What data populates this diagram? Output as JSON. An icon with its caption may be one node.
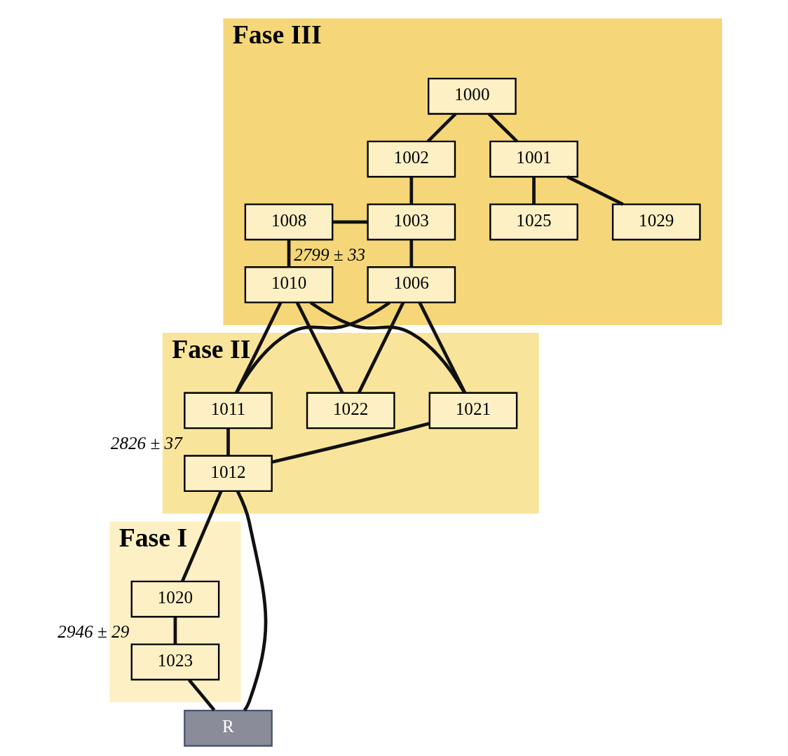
{
  "diagram": {
    "nodes": [
      {
        "text": [
          "Fase III"
        ]
      },
      {
        "text": [
          "1000"
        ],
        "in": 0
      },
      {
        "text": [
          "1002"
        ],
        "in": 0
      },
      {
        "text": [
          "1001"
        ],
        "in": 0
      },
      {
        "text": [
          "1008"
        ],
        "in": 0
      },
      {
        "text": [
          "1003"
        ],
        "in": 0
      },
      {
        "text": [
          "1025"
        ],
        "in": 0
      },
      {
        "text": [
          "1029"
        ],
        "in": 0
      },
      {
        "text": [
          "1010"
        ],
        "in": 0
      },
      {
        "text": [
          "1006"
        ],
        "in": 0,
        "beside": [
          "2799 ± 33"
        ]
      },
      {
        "text": [
          "Fase II"
        ]
      },
      {
        "text": [
          "1011"
        ],
        "in": 10
      },
      {
        "text": [
          "1021"
        ],
        "in": 10
      },
      {
        "text": [
          "1022"
        ],
        "in": 10
      },
      {
        "text": [
          "1012"
        ],
        "in": 10,
        "beside": [
          "2826 ± 37"
        ]
      },
      {
        "text": [
          "Fase I"
        ]
      },
      {
        "text": [
          "1020"
        ],
        "in": 15
      },
      {
        "text": [
          "1023"
        ],
        "in": 15,
        "beside": [
          "2946 ± 29"
        ]
      },
      {
        "text": [
          "R"
        ]
      }
    ],
    "edges": [
      {
        "from": 1,
        "to": 2,
        "arrow": "none"
      },
      {
        "from": 1,
        "to": 3,
        "arrow": "none"
      },
      {
        "from": 2,
        "to": 5,
        "arrow": "none"
      },
      {
        "from": 4,
        "to": 5,
        "arrow": "none"
      },
      {
        "from": 3,
        "to": 6,
        "arrow": "none"
      },
      {
        "from": 3,
        "to": 7,
        "arrow": "none"
      },
      {
        "from": 4,
        "to": 8,
        "arrow": "none"
      },
      {
        "from": 5,
        "to": 9,
        "arrow": "none"
      },
      {
        "from": 8,
        "to": 11,
        "arrow": "none"
      },
      {
        "from": 8,
        "to": 12,
        "arrow": "none"
      },
      {
        "from": 8,
        "to": 13,
        "arrow": "none"
      },
      {
        "from": 9,
        "to": 11,
        "arrow": "none"
      },
      {
        "from": 9,
        "to": 12,
        "arrow": "none"
      },
      {
        "from": 9,
        "to": 13,
        "arrow": "none"
      },
      {
        "from": 11,
        "to": 14,
        "arrow": "none"
      },
      {
        "from": 12,
        "to": 14,
        "arrow": "none"
      },
      {
        "from": 14,
        "to": 16,
        "arrow": "none"
      },
      {
        "from": 16,
        "to": 17,
        "arrow": "none"
      },
      {
        "from": 17,
        "to": 18,
        "arrow": "none"
      },
      {
        "from": 14,
        "to": 18,
        "arrow": "none"
      }
    ]
  }
}
